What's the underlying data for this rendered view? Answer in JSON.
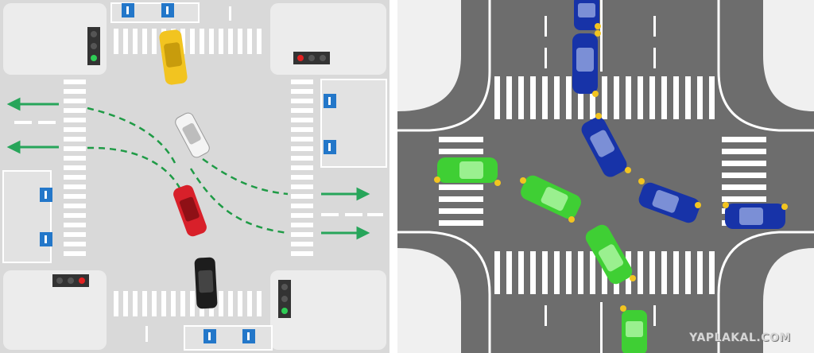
{
  "left_diagram": {
    "background_color": "#e7e7e7",
    "road_color": "#cfcfcf",
    "marking_color": "#ffffff",
    "arrow_color": "#27a55a",
    "path_color": "#1f9b46",
    "sign_color": "#2377c9",
    "vehicles": [
      {
        "name": "yellow-car",
        "color": "#f2c420"
      },
      {
        "name": "white-car",
        "color": "#f4f4f4"
      },
      {
        "name": "red-car",
        "color": "#d8202a"
      },
      {
        "name": "black-car",
        "color": "#1d1d1d"
      }
    ]
  },
  "right_diagram": {
    "background_color": "#f0f0f0",
    "road_color": "#6d6d6d",
    "marking_color": "#ffffff",
    "vehicles_blue_color": "#1733a8",
    "vehicles_green_color": "#3fcf34",
    "indicator_color": "#f2c420"
  },
  "watermark": {
    "text": "YAPLAKAL.COM"
  }
}
